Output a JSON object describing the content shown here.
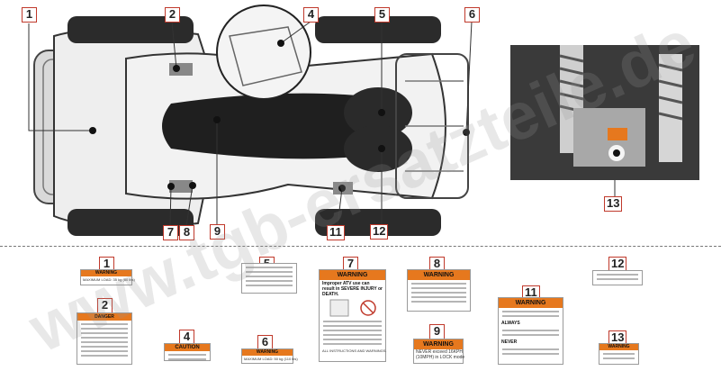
{
  "callouts_top": [
    "1",
    "2",
    "4",
    "5",
    "6",
    "7",
    "8",
    "9",
    "11",
    "12",
    "13"
  ],
  "labels": {
    "n1": "1",
    "n2": "2",
    "n4": "4",
    "n5": "5",
    "n6": "6",
    "n7": "7",
    "n8": "8",
    "n9": "9",
    "n11": "11",
    "n12": "12",
    "n13": "13",
    "l1_header": "WARNING",
    "l1_text": "MAXIMUM LOAD: 35 kg (80 lbs)",
    "l2_header": "DANGER",
    "l4_header": "CAUTION",
    "l6_header": "WARNING",
    "l6_text": "MAXIMUM LOAD: 50 kg (110 lbs)",
    "l7_header": "WARNING",
    "l7_title": "Improper ATV use can result in SEVERE INJURY or DEATH.",
    "l7_foot": "ALL INSTRUCTIONS AND WARNINGS.",
    "l8_header": "WARNING",
    "l9_header": "WARNING",
    "l9_line1": "NEVER exceed 16KPH",
    "l9_line2": "(10MPH) in LOCK mode",
    "l11_header": "WARNING",
    "l11_always": "ALWAYS",
    "l11_never": "NEVER",
    "l13_header": "WARNING"
  },
  "watermark": "www.tgb-ersatzteile.de",
  "colors": {
    "callout_border": "#c0392b",
    "warning_orange": "#e6781e",
    "separator": "#777777"
  }
}
